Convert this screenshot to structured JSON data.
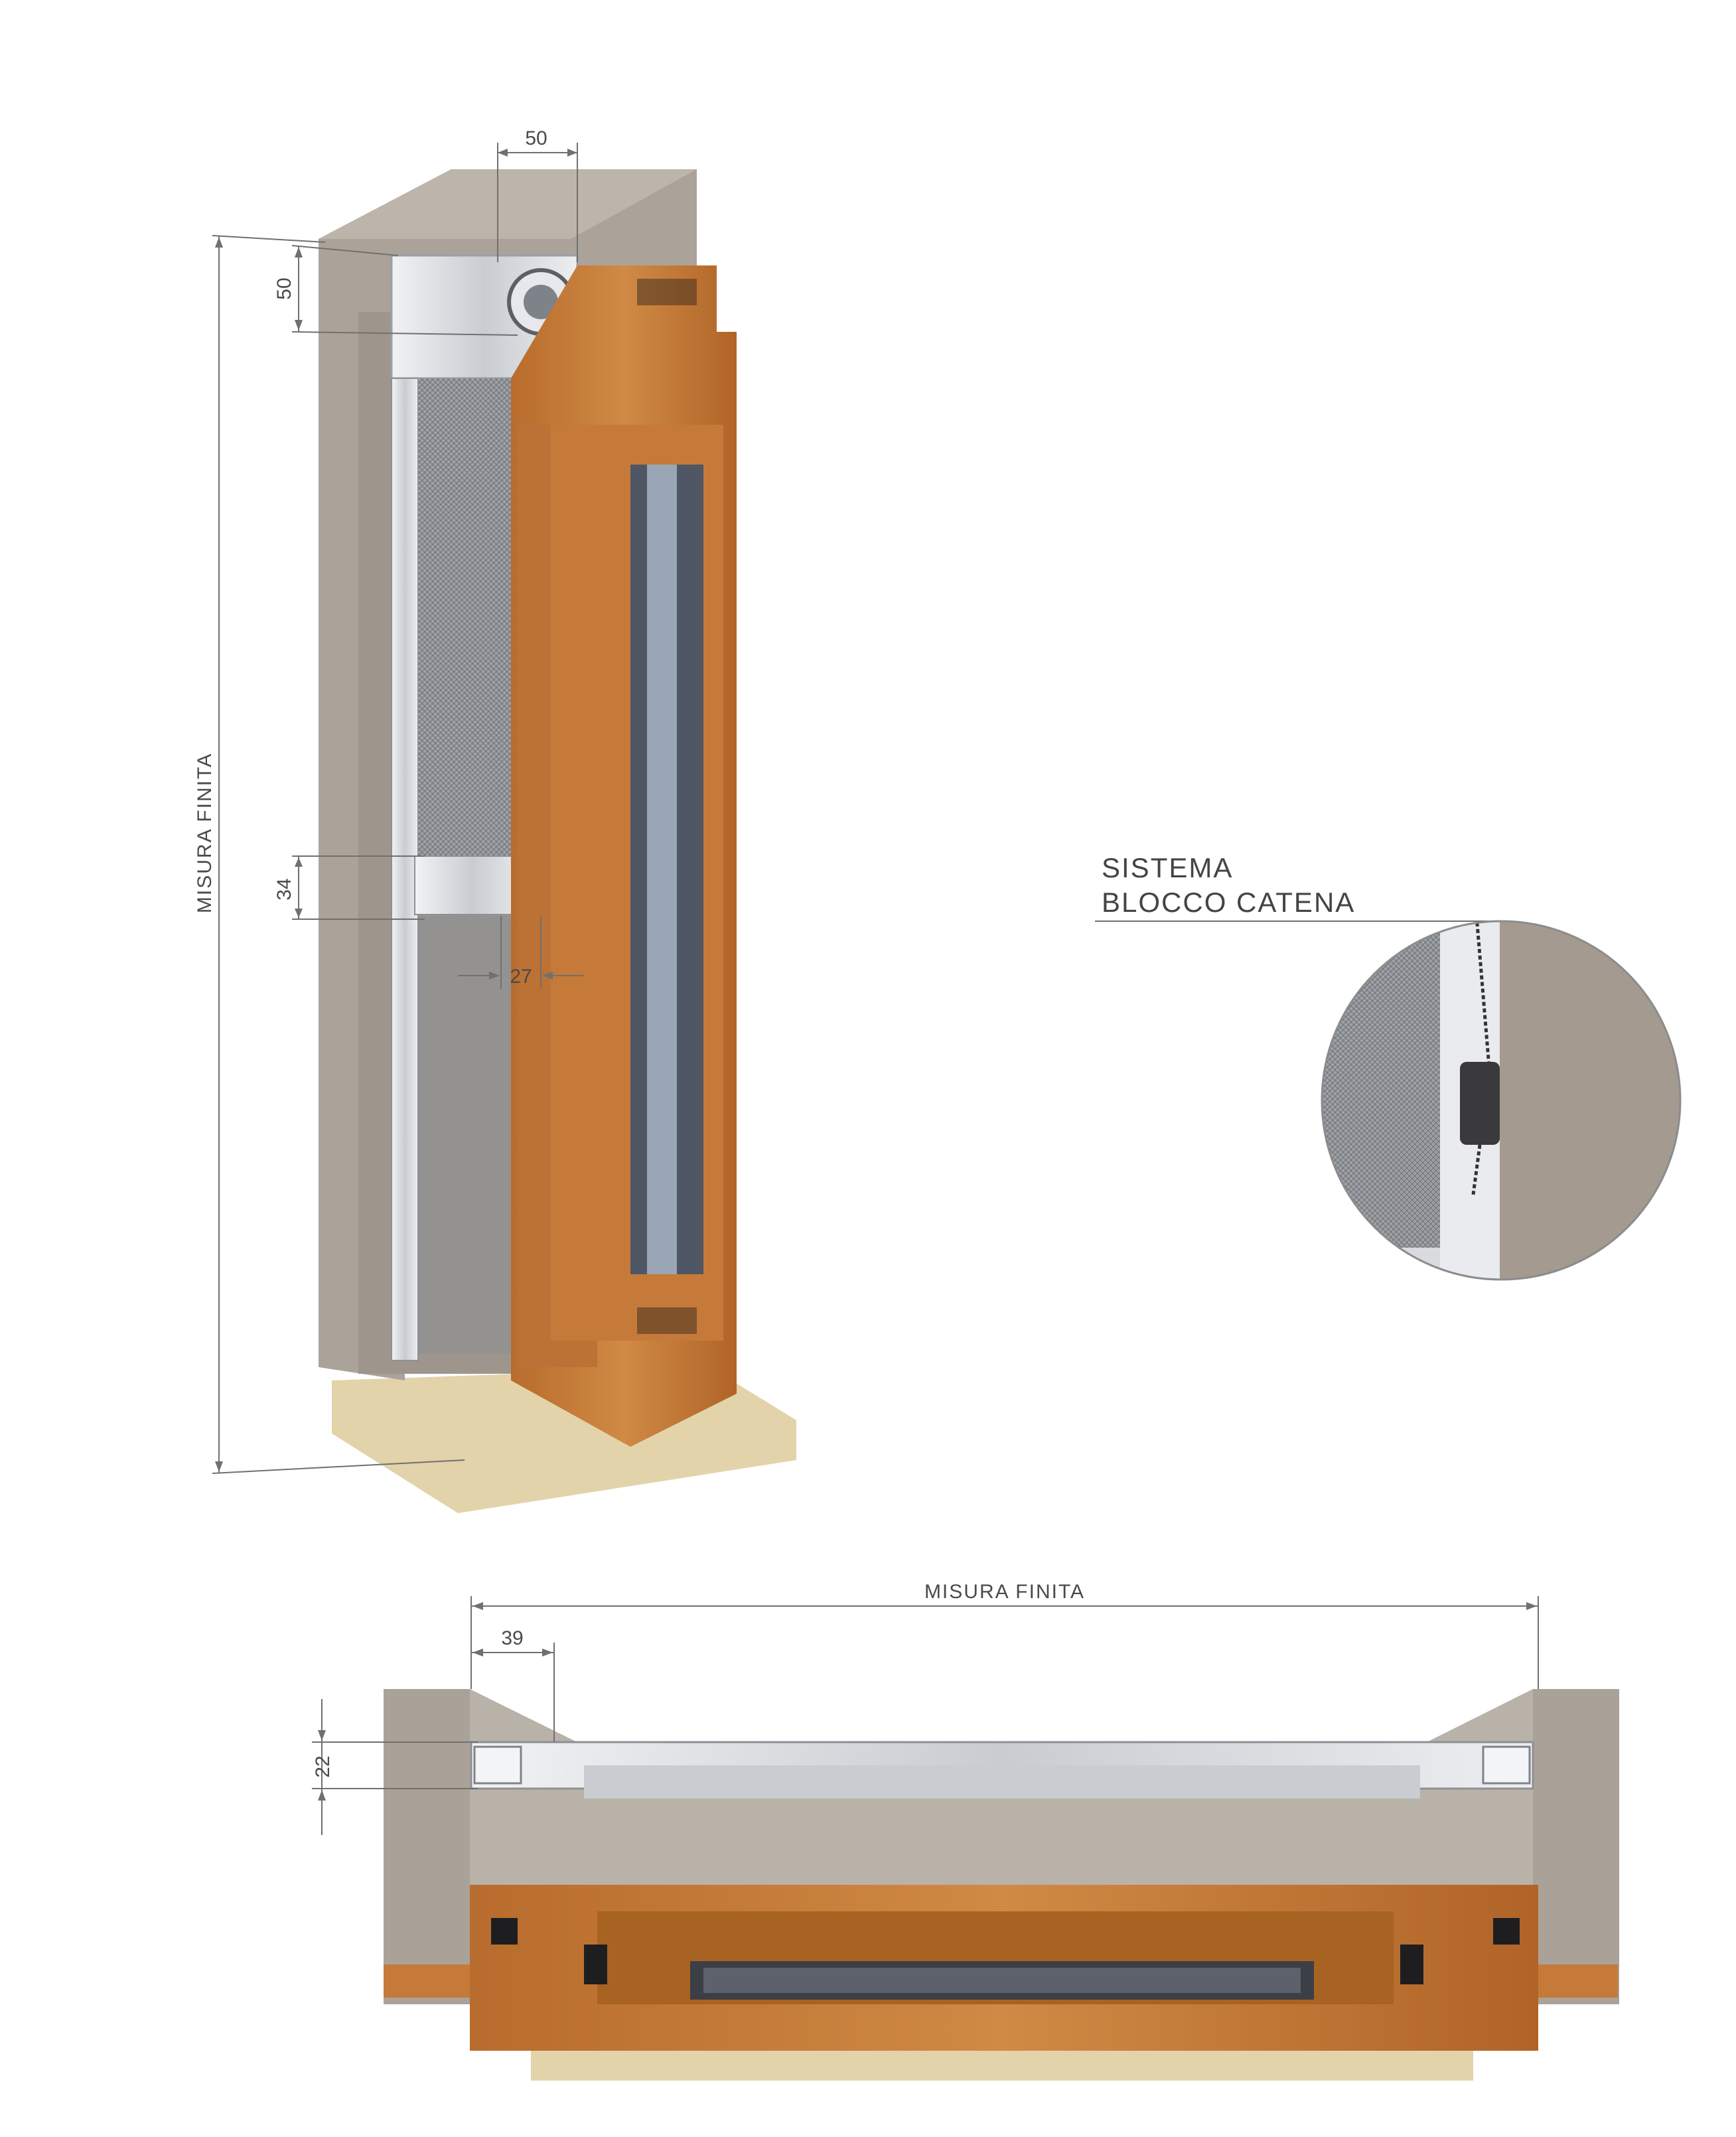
{
  "vertical_section": {
    "dim_top_width": "50",
    "dim_top_height": "50",
    "dim_handle_height": "34",
    "dim_handle_offset": "27",
    "height_label": "MISURA FINITA"
  },
  "detail": {
    "title_line1": "SISTEMA",
    "title_line2": "BLOCCO CATENA"
  },
  "horizontal_section": {
    "width_label": "MISURA FINITA",
    "dim_guide_width": "39",
    "dim_guide_depth": "22"
  },
  "colors": {
    "wall": "#b2aaa1",
    "wood": "#c87d3b",
    "wood_dark": "#9a5a24",
    "aluminium": "#d7dadf",
    "mesh": "#8a8d93",
    "floor": "#e6d7b0",
    "glass": "#5b6270"
  }
}
